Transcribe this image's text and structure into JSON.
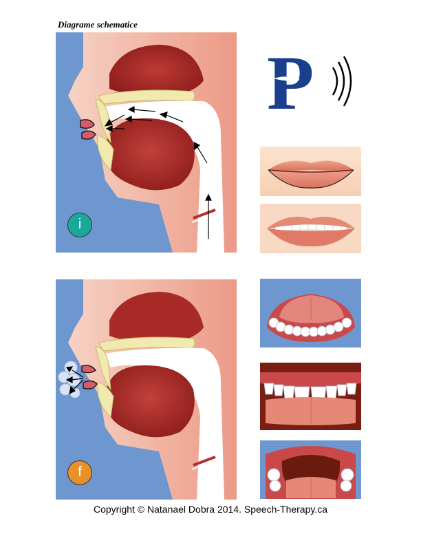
{
  "title": "Diagrame schematice",
  "letter": "P",
  "panels": {
    "top": {
      "badge": "i",
      "badge_color": "#1aa89a"
    },
    "bottom": {
      "badge": "f",
      "badge_color": "#e8902a"
    }
  },
  "footer": "Copyright © Natanael Dobra 2014. Speech-Therapy.ca",
  "colors": {
    "background_blue": "#6f97cf",
    "skin": "#f4c0b0",
    "tissue_dark": "#b5302c",
    "bone": "#f1e9b0",
    "airway": "#ffffff"
  }
}
